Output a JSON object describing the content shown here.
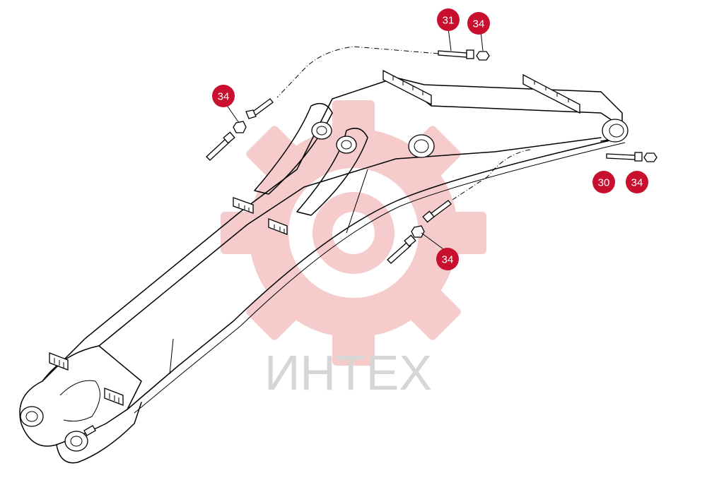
{
  "watermark": {
    "text": "ИНТЕХ",
    "gear_color": "#f4c6c6",
    "text_color": "#d6d6d6"
  },
  "callout_color": "#c8102e",
  "callouts": [
    {
      "id": "callout-31",
      "label": "31"
    },
    {
      "id": "callout-34-top",
      "label": "34"
    },
    {
      "id": "callout-34-left",
      "label": "34"
    },
    {
      "id": "callout-30",
      "label": "30"
    },
    {
      "id": "callout-34-right",
      "label": "34"
    },
    {
      "id": "callout-34-center",
      "label": "34"
    }
  ]
}
